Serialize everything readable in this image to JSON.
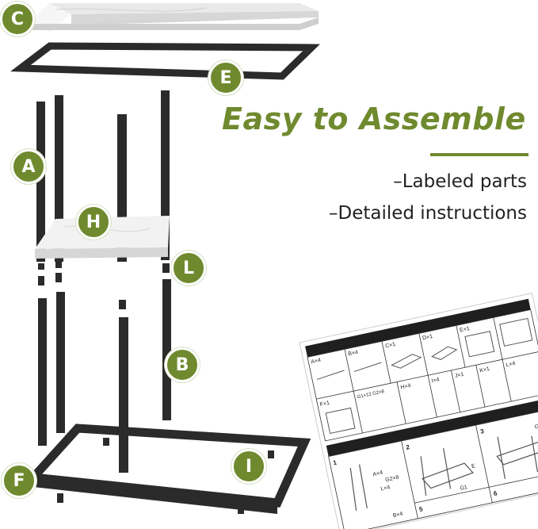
{
  "headline": "Easy to Assemble",
  "features": [
    "–Labeled parts",
    "–Detailed instructions"
  ],
  "badges": {
    "C": "C",
    "E": "E",
    "A": "A",
    "H": "H",
    "L": "L",
    "B": "B",
    "F": "F",
    "I": "I"
  },
  "colors": {
    "accent": "#6f8a2e",
    "frame": "#2b2b2b",
    "marble": "#f3f3f3"
  },
  "sheet": {
    "component_title": "COMPONENT LIST:",
    "components": [
      "A×4",
      "B×4",
      "C×1",
      "D×1",
      "E×1",
      "F×1",
      "G1×12 G2×8",
      "H×4",
      "I×4",
      "J×1",
      "K×1",
      "L×4"
    ],
    "instructions_title": "INSTRUCTIONS:",
    "steps": [
      "1",
      "2",
      "3",
      "5",
      "6"
    ],
    "step_labels": [
      "A×4",
      "G2×8",
      "L×4",
      "B×4",
      "G1",
      "E",
      "G1"
    ]
  }
}
